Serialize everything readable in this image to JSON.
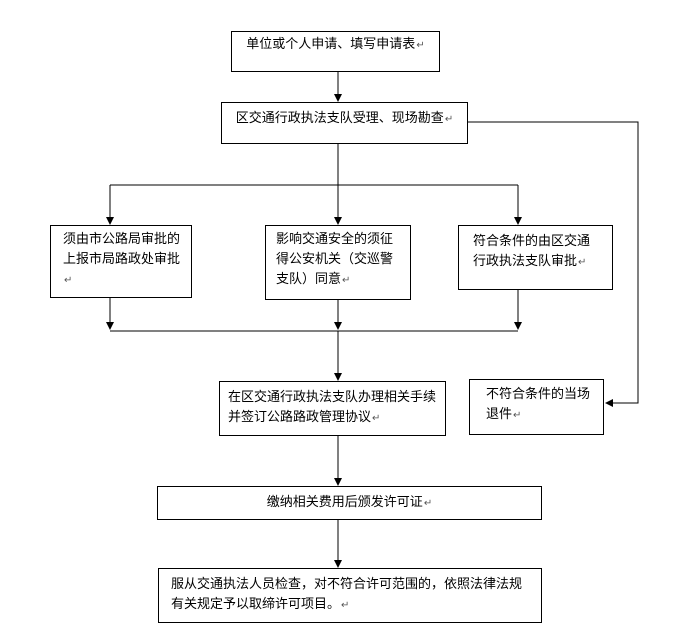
{
  "diagram": {
    "boxes": {
      "apply": "单位或个人申请、填写申请表",
      "accept": "区交通行政执法支队受理、现场勘查",
      "city_approval": "须由市公路局审批的上报市局路政处审批",
      "police_consent": "影响交通安全的须征得公安机关（交巡警支队）同意",
      "district_approval": "符合条件的由区交通行政执法支队审批",
      "procedures": "在区交通行政执法支队办理相关手续并签订公路路政管理协议",
      "reject": "不符合条件的当场退件",
      "fees": "缴纳相关费用后颁发许可证",
      "inspection": "服从交通执法人员检查，对不符合许可范围的，依照法律法规有关规定予以取缔许可项目。"
    },
    "paragraph_mark": "↵"
  }
}
